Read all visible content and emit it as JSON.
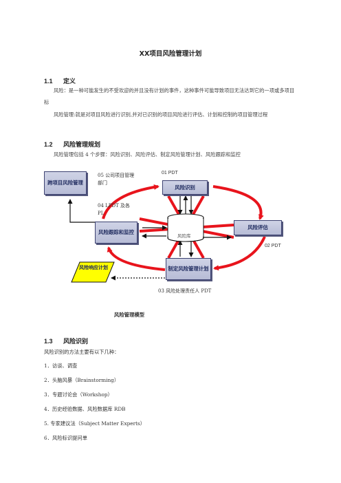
{
  "doc": {
    "title": "XX项目风险管理计划",
    "s1": {
      "num": "1.1",
      "heading": "定义",
      "p1": "风险：是一种可能发生的不受欢迎的并且没有计划的事件，这种事件可能导致项目无法达到它的一项或多项目标",
      "p2": "风险管理:就是对项目风险进行识别,并对已识别的项目风险进行评估、计划和控制的项目管理过程"
    },
    "s2": {
      "num": "1.2",
      "heading": "风险管理规划",
      "p1": "风险管理包括 4 个步骤：风险识别、风险评估、制定风险管理计划、风险跟踪和监控"
    },
    "s3": {
      "num": "1.3",
      "heading": "风险识别",
      "intro": "风险识别的方法主要有以下几种：",
      "items": [
        "1．访谈、调查",
        "2．头脑风暴（Brainstorming）",
        "3．专题讨论会（Workshop）",
        "4．历史经验数据、风险数据库 RDB",
        "5. 专家建议法（Subject Matter Experts）",
        "6．风险标识提问单"
      ]
    }
  },
  "diagram": {
    "boxes": {
      "cross_team": "跨项目风险管理",
      "identify": "风险识别",
      "track": "风险跟踪和监控",
      "assess": "风险评估",
      "plan": "制定风险管理计划",
      "response": "风险响应计划",
      "db": "风险库"
    },
    "labels": {
      "l05": "05 公司项目管理部门",
      "l01": "01 PDT",
      "l04": "04  LPDT 及各 PL",
      "l02": "02 PDT",
      "l03": "03  风险处理责任人 PDT"
    },
    "caption": "风险管理模型",
    "colors": {
      "ring": "#e8141c",
      "box_fill": "#c3c7de",
      "response_fill": "#ffff00"
    }
  }
}
